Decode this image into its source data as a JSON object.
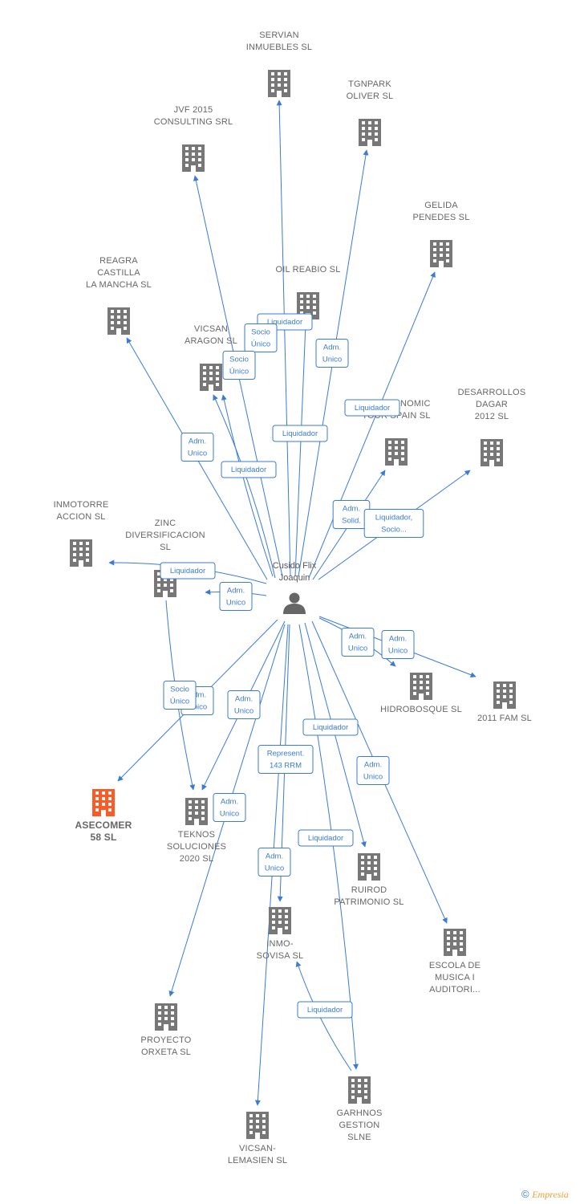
{
  "colors": {
    "edge": "#3a7bd5",
    "building": "#777777",
    "highlight": "#ff5a24",
    "label": "#666666"
  },
  "person": {
    "id": "p",
    "name_lines": [
      "Cusido Flix",
      "Joaquin"
    ],
    "icon": "person-icon"
  },
  "companies": [
    {
      "id": "servian",
      "lines": [
        "SERVIAN",
        "INMUEBLES SL"
      ],
      "icon": "building-icon"
    },
    {
      "id": "tgnpark",
      "lines": [
        "TGNPARK",
        "OLIVER  SL"
      ],
      "icon": "building-icon"
    },
    {
      "id": "jvf",
      "lines": [
        "JVF 2015",
        "CONSULTING SRL"
      ],
      "icon": "building-icon"
    },
    {
      "id": "gelida",
      "lines": [
        "GELIDA",
        "PENEDES SL"
      ],
      "icon": "building-icon"
    },
    {
      "id": "reagra",
      "lines": [
        "REAGRA",
        "CASTILLA",
        "LA MANCHA SL"
      ],
      "icon": "building-icon"
    },
    {
      "id": "oil",
      "lines": [
        "OIL REABIO SL"
      ],
      "icon": "building-icon"
    },
    {
      "id": "vicsanaragon",
      "lines": [
        "VICSAN",
        "ARAGON SL"
      ],
      "icon": "building-icon"
    },
    {
      "id": "gastronomic",
      "lines": [
        "GASTRONOMIC",
        "TOUR SPAIN SL"
      ],
      "icon": "building-icon"
    },
    {
      "id": "dagar",
      "lines": [
        "DESARROLLOS",
        "DAGAR",
        "2012 SL"
      ],
      "icon": "building-icon"
    },
    {
      "id": "inmotorre",
      "lines": [
        "INMOTORRE",
        "ACCION SL"
      ],
      "icon": "building-icon"
    },
    {
      "id": "zinc",
      "lines": [
        "ZINC",
        "DIVERSIFICACION",
        "SL"
      ],
      "icon": "building-icon"
    },
    {
      "id": "hidrobosque",
      "lines": [
        "HIDROBOSQUE SL"
      ],
      "icon": "building-icon"
    },
    {
      "id": "fam",
      "lines": [
        "2011 FAM SL"
      ],
      "icon": "building-icon"
    },
    {
      "id": "asecomer",
      "lines": [
        "ASECOMER",
        "58  SL"
      ],
      "icon": "building-icon",
      "highlight": true
    },
    {
      "id": "teknos",
      "lines": [
        "TEKNOS",
        "SOLUCIONES",
        "2020  SL"
      ],
      "icon": "building-icon"
    },
    {
      "id": "ruirod",
      "lines": [
        "RUIROD",
        "PATRIMONIO SL"
      ],
      "icon": "building-icon"
    },
    {
      "id": "inmosovisa",
      "lines": [
        "INMO-",
        "SOVISA SL"
      ],
      "icon": "building-icon"
    },
    {
      "id": "escola",
      "lines": [
        "ESCOLA DE",
        "MUSICA I",
        "AUDITORI..."
      ],
      "icon": "building-icon"
    },
    {
      "id": "orxeta",
      "lines": [
        "PROYECTO",
        "ORXETA SL"
      ],
      "icon": "building-icon"
    },
    {
      "id": "garhnos",
      "lines": [
        "GARHNOS",
        "GESTION",
        "SLNE"
      ],
      "icon": "building-icon"
    },
    {
      "id": "lemasien",
      "lines": [
        "VICSAN-",
        "LEMASIEN SL"
      ],
      "icon": "building-icon"
    }
  ],
  "edges": [
    {
      "from": "p",
      "to": "servian",
      "label": [
        "Liquidador"
      ]
    },
    {
      "from": "p",
      "to": "tgnpark",
      "label": [
        "Adm.",
        "Unico"
      ]
    },
    {
      "from": "p",
      "to": "jvf",
      "label": [
        "Socio",
        "Único"
      ]
    },
    {
      "from": "p",
      "to": "gelida",
      "label": [
        "Liquidador"
      ]
    },
    {
      "from": "p",
      "to": "reagra",
      "label": [
        "Adm.",
        "Unico"
      ]
    },
    {
      "from": "p",
      "to": "oil",
      "label": [
        "Liquidador"
      ]
    },
    {
      "from": "p",
      "to": "vicsanaragon",
      "label": [
        "Socio",
        "Único"
      ]
    },
    {
      "from": "p",
      "to": "vicsanaragon",
      "label": [
        "Liquidador"
      ]
    },
    {
      "from": "p",
      "to": "gastronomic",
      "label": [
        "Adm.",
        "Solid."
      ]
    },
    {
      "from": "p",
      "to": "dagar",
      "label": [
        "Liquidador,",
        "Socio..."
      ]
    },
    {
      "from": "p",
      "to": "inmotorre",
      "label": [
        "Liquidador"
      ]
    },
    {
      "from": "p",
      "to": "zinc",
      "label": [
        "Adm.",
        "Unico"
      ]
    },
    {
      "from": "p",
      "to": "hidrobosque",
      "label": [
        "Adm.",
        "Unico"
      ]
    },
    {
      "from": "p",
      "to": "fam",
      "label": [
        "Adm.",
        "Unico"
      ]
    },
    {
      "from": "p",
      "to": "asecomer",
      "label": [
        "Adm.",
        "Unico"
      ]
    },
    {
      "from": "zinc",
      "to": "teknos",
      "label": [
        "Socio",
        "Único"
      ]
    },
    {
      "from": "p",
      "to": "teknos",
      "label": [
        "Adm.",
        "Unico"
      ]
    },
    {
      "from": "p",
      "to": "ruirod",
      "label": [
        "Liquidador"
      ]
    },
    {
      "from": "p",
      "to": "inmosovisa",
      "label": [
        "Represent.",
        "143 RRM"
      ]
    },
    {
      "from": "p",
      "to": "escola",
      "label": [
        "Adm.",
        "Unico"
      ]
    },
    {
      "from": "p",
      "to": "orxeta",
      "label": [
        "Adm.",
        "Unico"
      ]
    },
    {
      "from": "p",
      "to": "garhnos",
      "label": [
        "Liquidador"
      ]
    },
    {
      "from": "garhnos",
      "to": "inmosovisa",
      "label": [
        "Liquidador"
      ]
    },
    {
      "from": "p",
      "to": "lemasien",
      "label": [
        "Adm.",
        "Unico"
      ]
    }
  ],
  "footer": {
    "copyright": "©",
    "brand": "Empresia"
  }
}
